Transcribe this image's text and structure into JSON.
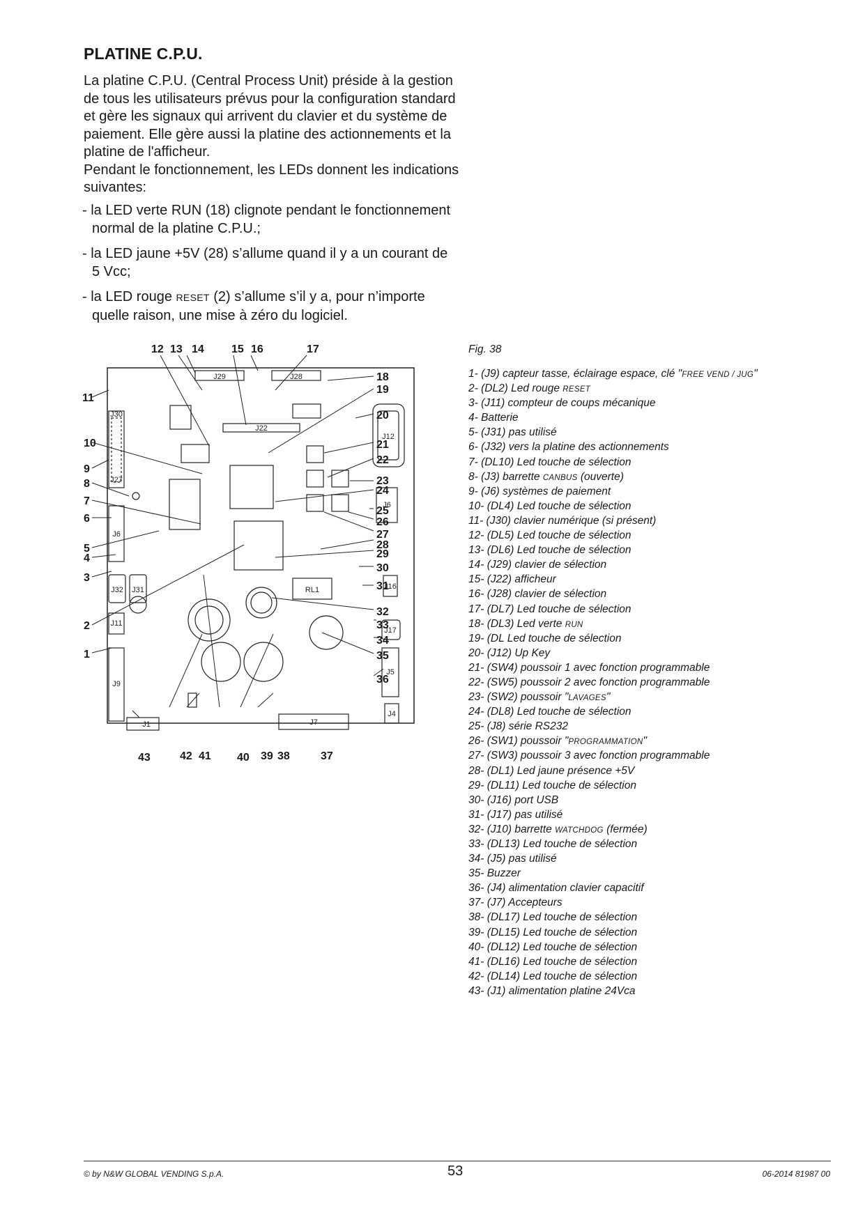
{
  "title": "PLATINE C.P.U.",
  "intro": {
    "p1": "La platine C.P.U. (Central Process Unit) préside à la gestion de tous les utilisateurs prévus pour la configuration standard et gère les signaux qui arrivent du clavier et du système de paiement. Elle gère aussi la platine des actionnements et la platine de l'afficheur.",
    "p2": "Pendant le fonctionnement, les LEDs donnent les indications suivantes:"
  },
  "bullets": [
    {
      "text": "- la LED verte RUN (18) clignote pendant le fonctionnement normal de la platine C.P.U.;"
    },
    {
      "text": "- la LED jaune +5V (28) s’allume quand il y a un courant de 5 Vcc;"
    },
    {
      "pre": "- la LED rouge ",
      "sc": "RESET",
      "post": " (2) s’allume s’il y a, pour n’importe quelle raison, une mise à zéro du logiciel."
    }
  ],
  "figure": {
    "caption": "Fig. 38",
    "connector_labels": [
      "J29",
      "J28",
      "J22",
      "J12",
      "J6",
      "J6",
      "J32",
      "J31",
      "J11",
      "J9",
      "J1",
      "J7",
      "J4",
      "J5",
      "J17",
      "J16",
      "RL1",
      "J30",
      "J27"
    ],
    "callouts": {
      "c1": "1",
      "c2": "2",
      "c3": "3",
      "c4": "4",
      "c5": "5",
      "c6": "6",
      "c7": "7",
      "c8": "8",
      "c9": "9",
      "c10": "10",
      "c11": "11",
      "c12": "12",
      "c13": "13",
      "c14": "14",
      "c15": "15",
      "c16": "16",
      "c17": "17",
      "c18": "18",
      "c19": "19",
      "c20": "20",
      "c21": "21",
      "c22": "22",
      "c23": "23",
      "c24": "24",
      "c25": "25",
      "c26": "26",
      "c27": "27",
      "c28": "28",
      "c29": "29",
      "c30": "30",
      "c31": "31",
      "c32": "32",
      "c33": "33",
      "c34": "34",
      "c35": "35",
      "c36": "36",
      "c37": "37",
      "c38": "38",
      "c39": "39",
      "c40": "40",
      "c41": "41",
      "c42": "42",
      "c43": "43"
    },
    "legend": [
      {
        "pre": "1-   (J9) capteur tasse, éclairage espace, clé \"",
        "sc": "FREE VEND / JUG",
        "post": "\""
      },
      {
        "pre": "2-   (DL2) Led rouge ",
        "sc": "RESET",
        "post": ""
      },
      {
        "pre": "3-   (J11) compteur de coups mécanique",
        "sc": "",
        "post": ""
      },
      {
        "pre": "4-   Batterie",
        "sc": "",
        "post": ""
      },
      {
        "pre": "5-   (J31) pas utilisé",
        "sc": "",
        "post": ""
      },
      {
        "pre": "6-   (J32) vers la platine des actionnements",
        "sc": "",
        "post": ""
      },
      {
        "pre": "7-   (DL10) Led touche de sélection",
        "sc": "",
        "post": ""
      },
      {
        "pre": "8-   (J3) barrette ",
        "sc": "CANBUS",
        "post": " (ouverte)"
      },
      {
        "pre": "9-   (J6) systèmes de paiement",
        "sc": "",
        "post": ""
      },
      {
        "pre": "10- (DL4) Led touche de sélection",
        "sc": "",
        "post": ""
      },
      {
        "pre": "11- (J30) clavier numérique (si présent)",
        "sc": "",
        "post": ""
      },
      {
        "pre": "12- (DL5) Led touche de sélection",
        "sc": "",
        "post": ""
      },
      {
        "pre": "13- (DL6) Led touche de sélection",
        "sc": "",
        "post": ""
      },
      {
        "pre": "14- (J29) clavier de sélection",
        "sc": "",
        "post": ""
      },
      {
        "pre": "15- (J22) afficheur",
        "sc": "",
        "post": ""
      },
      {
        "pre": "16- (J28) clavier de sélection",
        "sc": "",
        "post": ""
      },
      {
        "pre": "17- (DL7) Led touche de sélection",
        "sc": "",
        "post": ""
      },
      {
        "pre": "18- (DL3) Led verte ",
        "sc": "RUN",
        "post": ""
      },
      {
        "pre": "19- (DL  Led touche de sélection",
        "sc": "",
        "post": ""
      },
      {
        "pre": "20- (J12) Up Key",
        "sc": "",
        "post": ""
      },
      {
        "pre": "21- (SW4) poussoir 1 avec fonction programmable",
        "sc": "",
        "post": ""
      },
      {
        "pre": "22- (SW5) poussoir 2 avec fonction programmable",
        "sc": "",
        "post": ""
      },
      {
        "pre": "23- (SW2) poussoir \"",
        "sc": "LAVAGES",
        "post": "\""
      },
      {
        "pre": "24- (DL8) Led touche de sélection",
        "sc": "",
        "post": ""
      },
      {
        "pre": "25- (J8) série RS232",
        "sc": "",
        "post": ""
      },
      {
        "pre": "26- (SW1) poussoir \"",
        "sc": "PROGRAMMATION",
        "post": "\""
      },
      {
        "pre": "27- (SW3) poussoir 3 avec fonction programmable",
        "sc": "",
        "post": ""
      },
      {
        "pre": "28- (DL1) Led jaune présence +5V",
        "sc": "",
        "post": ""
      },
      {
        "pre": "29- (DL11) Led touche de sélection",
        "sc": "",
        "post": ""
      },
      {
        "pre": "30- (J16) port USB",
        "sc": "",
        "post": ""
      },
      {
        "pre": "31- (J17) pas utilisé",
        "sc": "",
        "post": ""
      },
      {
        "pre": "32- (J10) barrette ",
        "sc": "WATCHDOG",
        "post": " (fermée)"
      },
      {
        "pre": "33- (DL13) Led touche de sélection",
        "sc": "",
        "post": ""
      },
      {
        "pre": "34- (J5) pas utilisé",
        "sc": "",
        "post": ""
      },
      {
        "pre": "35- Buzzer",
        "sc": "",
        "post": ""
      },
      {
        "pre": "36- (J4) alimentation clavier capacitif",
        "sc": "",
        "post": ""
      },
      {
        "pre": "37- (J7) Accepteurs",
        "sc": "",
        "post": ""
      },
      {
        "pre": "38- (DL17) Led touche de sélection",
        "sc": "",
        "post": ""
      },
      {
        "pre": "39- (DL15) Led touche de sélection",
        "sc": "",
        "post": ""
      },
      {
        "pre": "40- (DL12) Led touche de sélection",
        "sc": "",
        "post": ""
      },
      {
        "pre": "41- (DL16) Led touche de sélection",
        "sc": "",
        "post": ""
      },
      {
        "pre": "42- (DL14) Led touche de sélection",
        "sc": "",
        "post": ""
      },
      {
        "pre": "43- (J1) alimentation platine 24Vca",
        "sc": "",
        "post": ""
      }
    ]
  },
  "footer": {
    "copyright": "© by N&W GLOBAL VENDING S.p.A.",
    "page_number": "53",
    "doc_code": "06-2014 81987 00"
  }
}
